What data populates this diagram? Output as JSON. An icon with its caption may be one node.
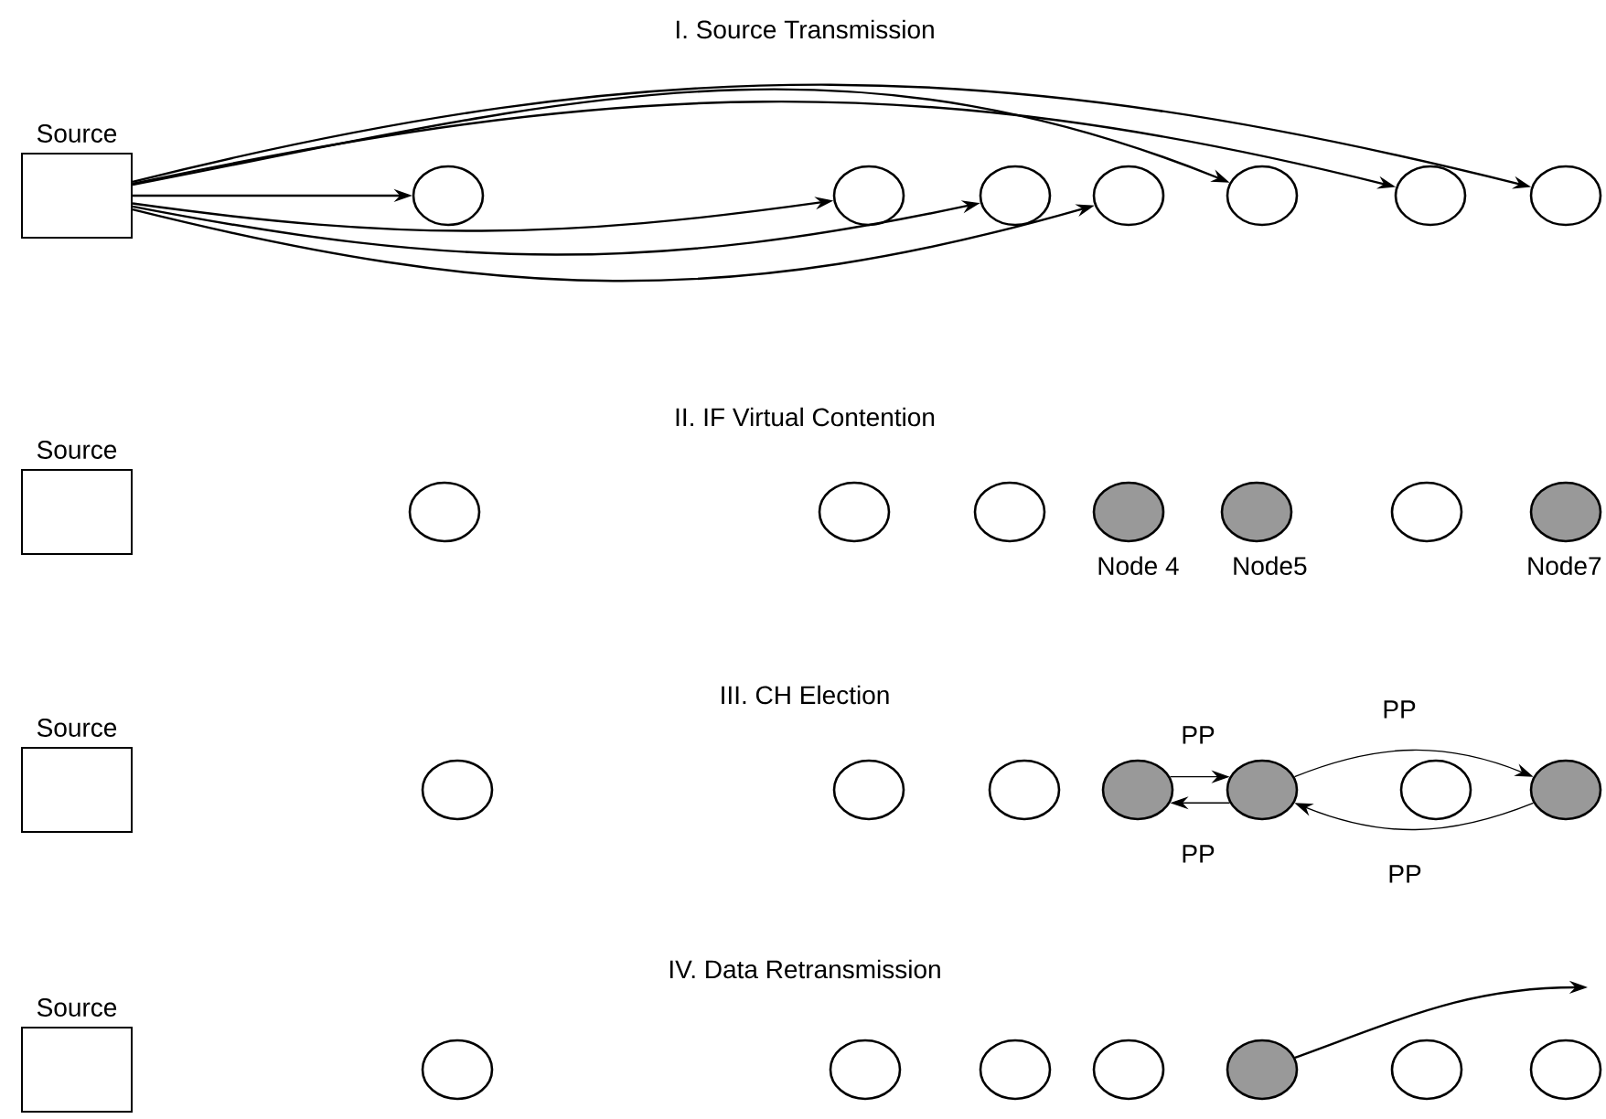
{
  "diagram": {
    "nodes": [
      {
        "text": [
          "Source"
        ]
      },
      {
        "text": [],
        "shape": "circle"
      },
      {
        "text": [],
        "shape": "circle"
      },
      {
        "text": [],
        "shape": "circle"
      },
      {
        "text": [],
        "shape": "circle"
      },
      {
        "text": [],
        "shape": "circle"
      },
      {
        "text": [],
        "shape": "circle"
      },
      {
        "text": [],
        "shape": "circle"
      },
      {
        "text": [
          "Source"
        ]
      },
      {
        "text": [],
        "shape": "circle"
      },
      {
        "text": [],
        "shape": "circle"
      },
      {
        "text": [],
        "shape": "circle"
      },
      {
        "text": [],
        "shape": "disc",
        "beside": [
          "Node 4"
        ]
      },
      {
        "text": [],
        "shape": "disc",
        "beside": [
          "Node5"
        ]
      },
      {
        "text": [],
        "shape": "circle"
      },
      {
        "text": [],
        "shape": "disc",
        "beside": [
          "Node7"
        ]
      },
      {
        "text": [
          "Source"
        ]
      },
      {
        "text": [],
        "shape": "circle"
      },
      {
        "text": [],
        "shape": "circle"
      },
      {
        "text": [],
        "shape": "circle"
      },
      {
        "text": [],
        "shape": "disc"
      },
      {
        "text": [],
        "shape": "disc"
      },
      {
        "text": [],
        "shape": "circle"
      },
      {
        "text": [],
        "shape": "disc"
      },
      {
        "text": [
          "Source"
        ]
      },
      {
        "text": [],
        "shape": "circle"
      },
      {
        "text": [],
        "shape": "circle"
      },
      {
        "text": [],
        "shape": "circle"
      },
      {
        "text": [],
        "shape": "circle"
      },
      {
        "text": [],
        "shape": "disc"
      },
      {
        "text": [],
        "shape": "circle"
      },
      {
        "text": [],
        "shape": "circle"
      }
    ],
    "edges": [
      {
        "from": 0,
        "to": 1,
        "arrow": "to"
      },
      {
        "from": 0,
        "to": 2,
        "arrow": "to"
      },
      {
        "from": 0,
        "to": 3,
        "arrow": "to"
      },
      {
        "from": 0,
        "to": 4,
        "arrow": "to"
      },
      {
        "from": 0,
        "to": 5,
        "arrow": "to"
      },
      {
        "from": 0,
        "to": 6,
        "arrow": "to"
      },
      {
        "from": 0,
        "to": 7,
        "arrow": "to"
      },
      {
        "from": 20,
        "to": 21,
        "arrow": "to",
        "label": "PP"
      },
      {
        "from": 21,
        "to": 23,
        "arrow": "to",
        "label": "PP"
      },
      {
        "from": 21,
        "to": 20,
        "arrow": "to",
        "label": "PP"
      },
      {
        "from": 23,
        "to": 21,
        "arrow": "to",
        "label": "PP"
      },
      {
        "from": 29,
        "to": null,
        "arrow": "to"
      }
    ],
    "labels": [
      "I. Source Transmission",
      "II. IF Virtual Contention",
      "III. CH Election",
      "IV. Data Retransmission"
    ]
  }
}
